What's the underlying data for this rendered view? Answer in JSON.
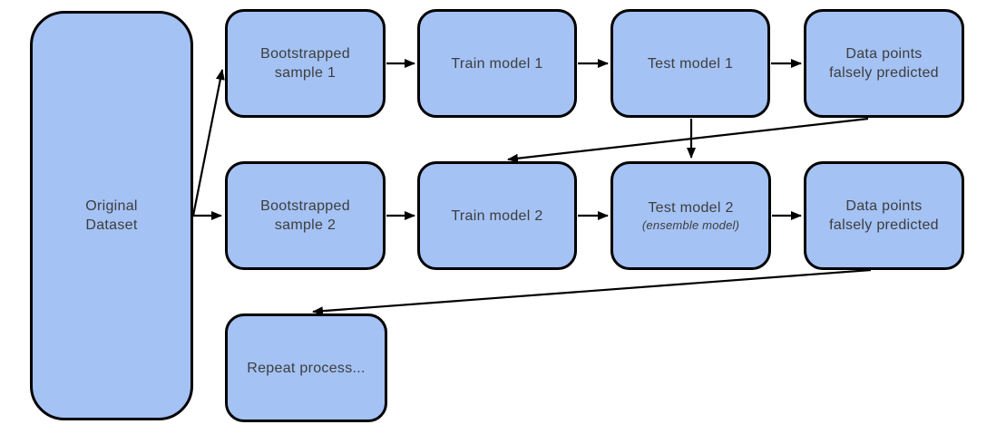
{
  "diagram": {
    "type": "flowchart",
    "description": "Boosting ensemble learning process diagram",
    "colors": {
      "node_fill": "#a4c2f4",
      "node_border": "#000000",
      "text": "#3d3d3d",
      "arrow": "#000000",
      "background": "#ffffff"
    },
    "nodes": [
      {
        "id": "original-dataset",
        "label": "Original\nDataset"
      },
      {
        "id": "bootstrapped-sample-1",
        "label": "Bootstrapped\nsample 1"
      },
      {
        "id": "train-model-1",
        "label": "Train model 1"
      },
      {
        "id": "test-model-1",
        "label": "Test model 1"
      },
      {
        "id": "data-points-falsely-predicted-1",
        "label": "Data points\nfalsely predicted"
      },
      {
        "id": "bootstrapped-sample-2",
        "label": "Bootstrapped\nsample 2"
      },
      {
        "id": "train-model-2",
        "label": "Train model 2"
      },
      {
        "id": "test-model-2",
        "label": "Test model 2",
        "sublabel": "(ensemble model)"
      },
      {
        "id": "data-points-falsely-predicted-2",
        "label": "Data points\nfalsely predicted"
      },
      {
        "id": "repeat-process",
        "label": "Repeat process..."
      }
    ],
    "edges": [
      {
        "from": "original-dataset",
        "to": "bootstrapped-sample-1"
      },
      {
        "from": "original-dataset",
        "to": "bootstrapped-sample-2"
      },
      {
        "from": "bootstrapped-sample-1",
        "to": "train-model-1"
      },
      {
        "from": "train-model-1",
        "to": "test-model-1"
      },
      {
        "from": "test-model-1",
        "to": "data-points-falsely-predicted-1"
      },
      {
        "from": "test-model-1",
        "to": "test-model-2"
      },
      {
        "from": "data-points-falsely-predicted-1",
        "to": "train-model-2"
      },
      {
        "from": "bootstrapped-sample-2",
        "to": "train-model-2"
      },
      {
        "from": "train-model-2",
        "to": "test-model-2"
      },
      {
        "from": "test-model-2",
        "to": "data-points-falsely-predicted-2"
      },
      {
        "from": "data-points-falsely-predicted-2",
        "to": "repeat-process"
      }
    ]
  }
}
